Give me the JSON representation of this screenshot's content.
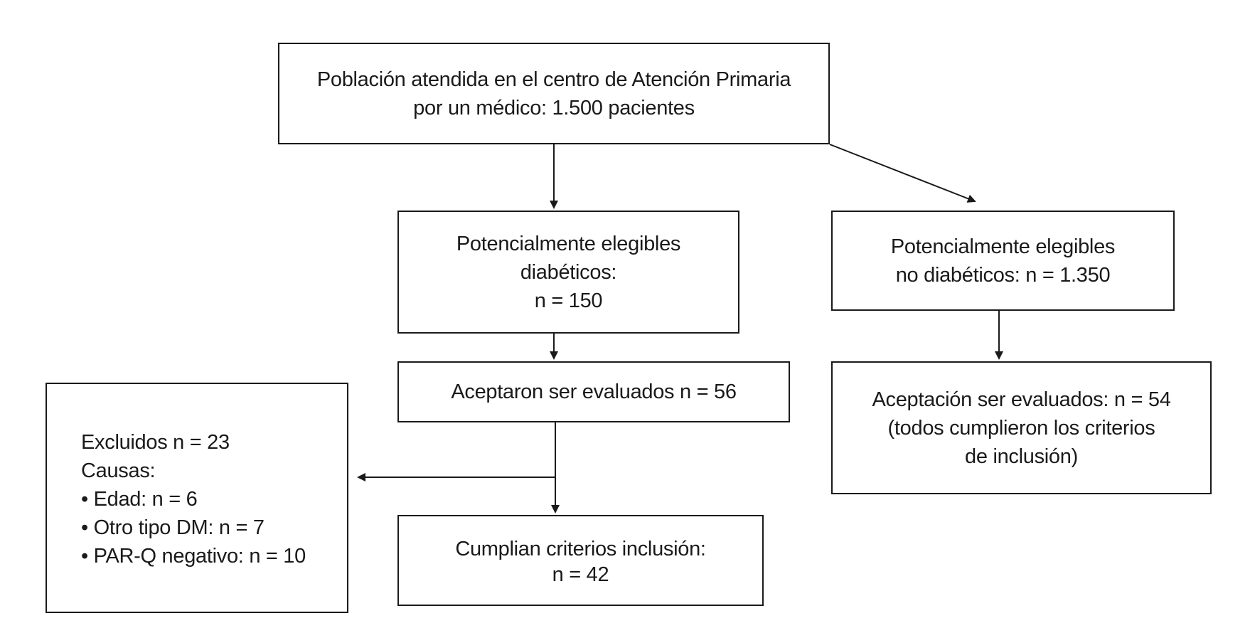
{
  "diagram": {
    "population": {
      "line1": "Población atendida en el centro de Atención Primaria",
      "line2": "por un médico: 1.500 pacientes"
    },
    "diabetic": {
      "line1": "Potencialmente elegibles",
      "line2": "diabéticos:",
      "line3": "n = 150"
    },
    "nondiabetic": {
      "line1": "Potencialmente elegibles",
      "line2": "no diabéticos: n = 1.350"
    },
    "accepted_diabetic": {
      "line1": "Aceptaron ser evaluados n = 56"
    },
    "accepted_nondiabetic": {
      "line1": "Aceptación ser evaluados: n = 54",
      "line2": "(todos cumplieron los criterios",
      "line3": "de inclusión)"
    },
    "excluded": {
      "line1": "Excluidos n = 23",
      "line2": "Causas:",
      "causes": [
        "• Edad: n = 6",
        "• Otro tipo DM: n = 7",
        "• PAR-Q negativo: n = 10"
      ]
    },
    "inclusion": {
      "line1": "Cumplian criterios inclusión:",
      "line2": "n = 42"
    },
    "colors": {
      "stroke": "#1a1a1a",
      "background": "#ffffff"
    }
  }
}
